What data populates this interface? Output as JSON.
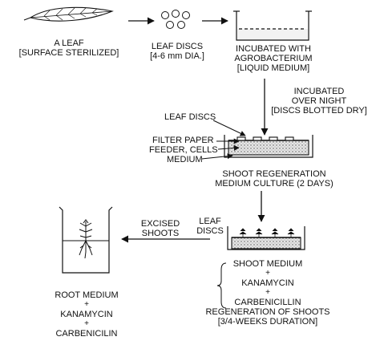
{
  "colors": {
    "ink": "#111111",
    "background": "#ffffff",
    "medium_fill": "#dcdcdc"
  },
  "step1": {
    "line1": "A LEAF",
    "line2": "[SURFACE STERILIZED]"
  },
  "step2": {
    "line1": "LEAF DISCS",
    "line2": "[4-6 mm DIA.]"
  },
  "step3": {
    "line1": "INCUBATED WITH",
    "line2": "AGROBACTERIUM",
    "line3": "[LIQUID MEDIUM]"
  },
  "incubation_note": {
    "line1": "INCUBATED",
    "line2": "OVER NIGHT",
    "line3": "[DISCS BLOTTED DRY]"
  },
  "petri_labels": {
    "leaf_discs": "LEAF DISCS",
    "filter_paper": "FILTER PAPER",
    "feeder_cells": "FEEDER, CELLS",
    "medium": "MEDIUM"
  },
  "shoot_culture": {
    "line1": "SHOOT REGENERATION",
    "line2": "MEDIUM CULTURE (2 DAYS)"
  },
  "dish2_label": {
    "line1": "LEAF",
    "line2": "DISCS"
  },
  "excised": {
    "line1": "EXCISED",
    "line2": "SHOOTS"
  },
  "shoot_medium_list": {
    "item1": "SHOOT MEDIUM",
    "plus1": "+",
    "item2": "KANAMYCIN",
    "plus2": "+",
    "item3": "CARBENICILLIN",
    "line4": "REGENERATION OF SHOOTS",
    "line5": "[3/4-WEEKS DURATION]"
  },
  "root_medium_list": {
    "item1": "ROOT MEDIUM",
    "plus1": "+",
    "item2": "KANAMYCIN",
    "plus2": "+",
    "item3": "CARBENICILIN"
  }
}
